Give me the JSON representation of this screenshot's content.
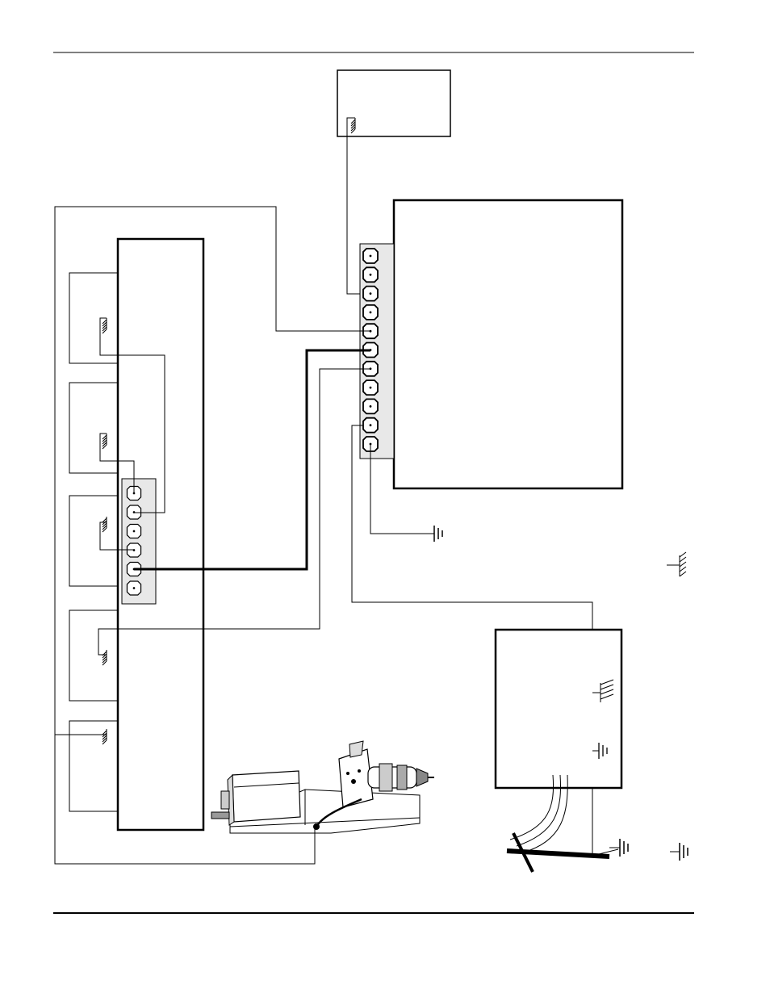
{
  "diagram": {
    "type": "grounding wiring diagram",
    "components": [
      {
        "id": "top-box",
        "kind": "enclosure"
      },
      {
        "id": "main-unit",
        "kind": "enclosure",
        "terminal_count": 11
      },
      {
        "id": "control-panel",
        "kind": "enclosure",
        "sub_modules": 5,
        "terminal_count": 6
      },
      {
        "id": "lower-right-box",
        "kind": "enclosure"
      },
      {
        "id": "torch-lifter",
        "kind": "machine illustration"
      },
      {
        "id": "work-table",
        "kind": "workpiece rail"
      }
    ],
    "symbols": {
      "chassis_ground": "chassis-ground-icon",
      "earth_ground": "earth-ground-icon"
    },
    "colors": {
      "line": "#000000",
      "terminal_strip_fill": "#e8e8e8",
      "background": "#ffffff"
    }
  }
}
